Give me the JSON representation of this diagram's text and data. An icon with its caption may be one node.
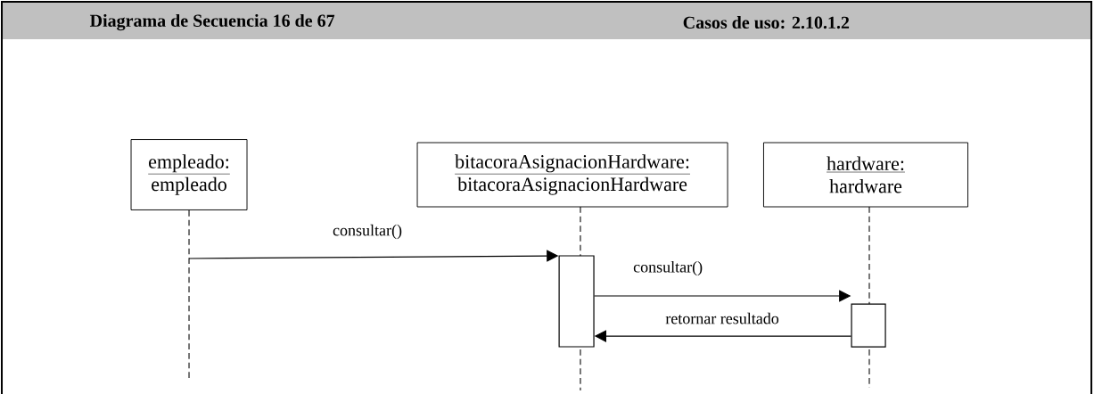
{
  "diagram": {
    "title": "Diagrama de Secuencia 16 de 67",
    "nodes": [
      {
        "text": [
          "empleado:",
          "empleado"
        ]
      },
      {
        "text": [
          "bitacoraAsignacionHardware:",
          "bitacoraAsignacionHardware"
        ]
      },
      {
        "text": [
          "hardware:",
          "hardware"
        ]
      },
      {
        "text": [],
        "shape": "bar"
      },
      {
        "text": [],
        "shape": "bar"
      }
    ],
    "edges": [
      {
        "from": 0,
        "to": 3,
        "arrow": "to",
        "label": "consultar()"
      },
      {
        "from": 3,
        "to": 4,
        "arrow": "to",
        "label": "consultar()"
      },
      {
        "from": 4,
        "to": 3,
        "arrow": "to",
        "label": "retornar resultado"
      }
    ],
    "labels": [
      "Casos de uso: 2.10.1.2"
    ]
  }
}
